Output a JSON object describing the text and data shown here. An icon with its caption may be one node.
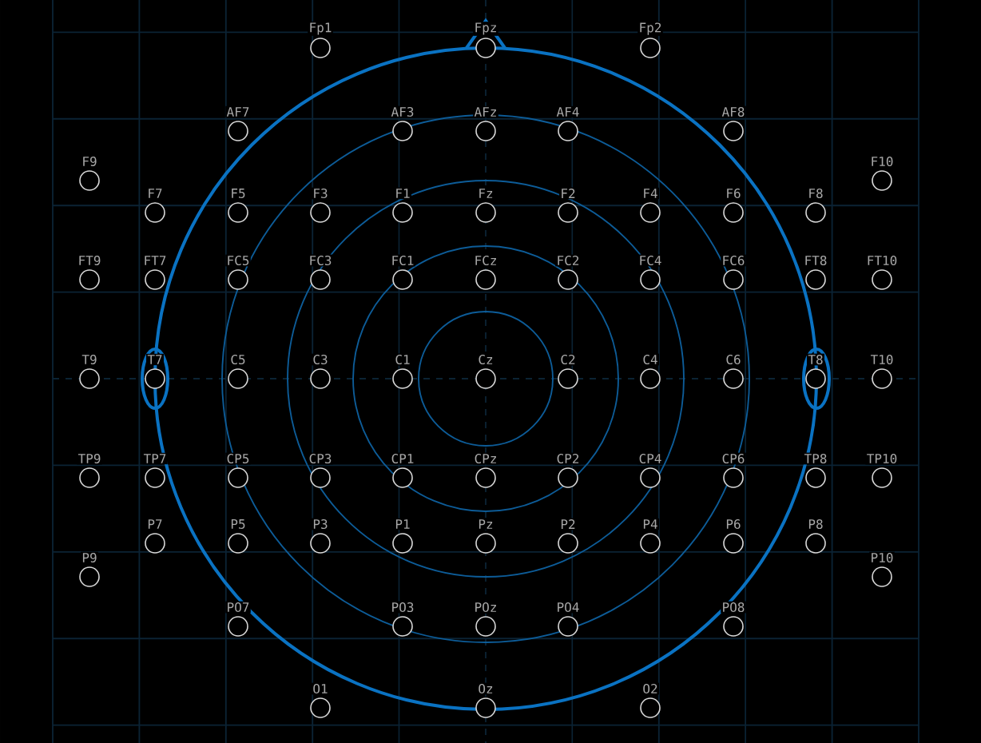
{
  "diagram": {
    "nodes": [
      {
        "text": [
          "Fp1"
        ]
      },
      {
        "text": [
          "Fpz"
        ]
      },
      {
        "text": [
          "Fp2"
        ]
      },
      {
        "text": [
          "AF7"
        ]
      },
      {
        "text": [
          "AF3"
        ]
      },
      {
        "text": [
          "AFz"
        ]
      },
      {
        "text": [
          "AF4"
        ]
      },
      {
        "text": [
          "AF8"
        ]
      },
      {
        "text": [
          "F9"
        ]
      },
      {
        "text": [
          "F7"
        ]
      },
      {
        "text": [
          "F5"
        ]
      },
      {
        "text": [
          "F3"
        ]
      },
      {
        "text": [
          "F1"
        ]
      },
      {
        "text": [
          "Fz"
        ]
      },
      {
        "text": [
          "F2"
        ]
      },
      {
        "text": [
          "F4"
        ]
      },
      {
        "text": [
          "F6"
        ]
      },
      {
        "text": [
          "F8"
        ]
      },
      {
        "text": [
          "F10"
        ]
      },
      {
        "text": [
          "FT9"
        ]
      },
      {
        "text": [
          "FT7"
        ]
      },
      {
        "text": [
          "FC5"
        ]
      },
      {
        "text": [
          "FC3"
        ]
      },
      {
        "text": [
          "FC1"
        ]
      },
      {
        "text": [
          "FCz"
        ]
      },
      {
        "text": [
          "FC2"
        ]
      },
      {
        "text": [
          "FC4"
        ]
      },
      {
        "text": [
          "FC6"
        ]
      },
      {
        "text": [
          "FT8"
        ]
      },
      {
        "text": [
          "FT10"
        ]
      },
      {
        "text": [
          "T9"
        ]
      },
      {
        "text": [
          "T7"
        ]
      },
      {
        "text": [
          "C5"
        ]
      },
      {
        "text": [
          "C3"
        ]
      },
      {
        "text": [
          "C1"
        ]
      },
      {
        "text": [
          "Cz"
        ]
      },
      {
        "text": [
          "C2"
        ]
      },
      {
        "text": [
          "C4"
        ]
      },
      {
        "text": [
          "C6"
        ]
      },
      {
        "text": [
          "T8"
        ]
      },
      {
        "text": [
          "T10"
        ]
      },
      {
        "text": [
          "TP9"
        ]
      },
      {
        "text": [
          "TP7"
        ]
      },
      {
        "text": [
          "CP5"
        ]
      },
      {
        "text": [
          "CP3"
        ]
      },
      {
        "text": [
          "CP1"
        ]
      },
      {
        "text": [
          "CPz"
        ]
      },
      {
        "text": [
          "CP2"
        ]
      },
      {
        "text": [
          "CP4"
        ]
      },
      {
        "text": [
          "CP6"
        ]
      },
      {
        "text": [
          "TP8"
        ]
      },
      {
        "text": [
          "TP10"
        ]
      },
      {
        "text": [
          "P9"
        ]
      },
      {
        "text": [
          "P7"
        ]
      },
      {
        "text": [
          "P5"
        ]
      },
      {
        "text": [
          "P3"
        ]
      },
      {
        "text": [
          "P1"
        ]
      },
      {
        "text": [
          "Pz"
        ]
      },
      {
        "text": [
          "P2"
        ]
      },
      {
        "text": [
          "P4"
        ]
      },
      {
        "text": [
          "P6"
        ]
      },
      {
        "text": [
          "P8"
        ]
      },
      {
        "text": [
          "P10"
        ]
      },
      {
        "text": [
          "PO7"
        ]
      },
      {
        "text": [
          "PO3"
        ]
      },
      {
        "text": [
          "POz"
        ]
      },
      {
        "text": [
          "PO4"
        ]
      },
      {
        "text": [
          "PO8"
        ]
      },
      {
        "text": [
          "O1"
        ]
      },
      {
        "text": [
          "Oz"
        ]
      },
      {
        "text": [
          "O2"
        ]
      }
    ]
  }
}
